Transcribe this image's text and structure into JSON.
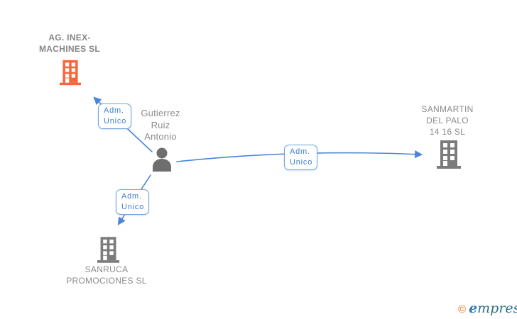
{
  "diagram": {
    "person": {
      "name": "Gutierrez Ruiz Antonio",
      "name_lines": [
        "Gutierrez",
        "Ruiz",
        "Antonio"
      ],
      "icon": "person-icon",
      "icon_color": "#6E6E6E"
    },
    "companies": [
      {
        "name": "AG. INEX-MACHINES SL",
        "name_lines": [
          "AG. INEX-",
          "MACHINES SL"
        ],
        "icon": "building-icon",
        "icon_color": "#F4683C"
      },
      {
        "name": "SANMARTIN DEL PALO 14 16 SL",
        "name_lines": [
          "SANMARTIN",
          "DEL PALO",
          "14 16 SL"
        ],
        "icon": "building-icon",
        "icon_color": "#7B7B7B"
      },
      {
        "name": "SANRUCA PROMOCIONES SL",
        "name_lines": [
          "SANRUCA",
          "PROMOCIONES SL"
        ],
        "icon": "building-icon",
        "icon_color": "#7B7B7B"
      }
    ],
    "relations": [
      {
        "from": "Gutierrez Ruiz Antonio",
        "to": "AG. INEX-MACHINES SL",
        "label": "Adm. Unico",
        "label_lines": [
          "Adm.",
          "Unico"
        ]
      },
      {
        "from": "Gutierrez Ruiz Antonio",
        "to": "SANMARTIN DEL PALO 14 16 SL",
        "label": "Adm. Unico",
        "label_lines": [
          "Adm.",
          "Unico"
        ]
      },
      {
        "from": "Gutierrez Ruiz Antonio",
        "to": "SANRUCA PROMOCIONES SL",
        "label": "Adm. Unico",
        "label_lines": [
          "Adm.",
          "Unico"
        ]
      }
    ],
    "colors": {
      "edge_blue": "#4A86D8",
      "box_border_blue": "#6FA3DC",
      "box_text_blue": "#3E7DC8",
      "label_gray": "#8B8B8B",
      "building_gray": "#7B7B7B",
      "building_orange": "#F4683C",
      "person_gray": "#6E6E6E"
    }
  },
  "footer": {
    "copyright_symbol": "©",
    "brand_initial": "e",
    "brand_rest": "mpresia"
  }
}
